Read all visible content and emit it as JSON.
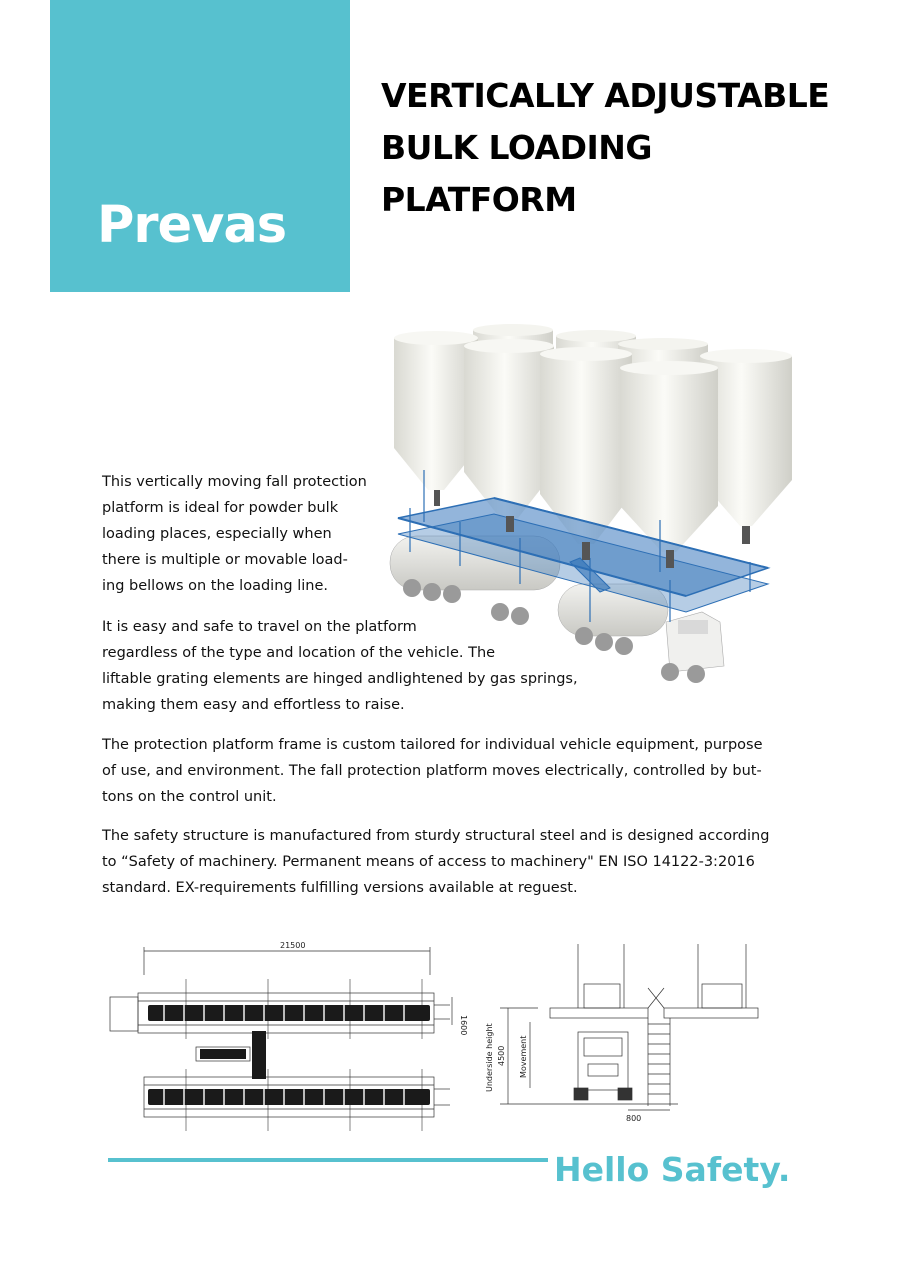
{
  "brand": {
    "logo_text": "Prevas",
    "color": "#57c1cf"
  },
  "title": {
    "lines": [
      "VERTICALLY ADJUSTABLE",
      "BULK LOADING",
      "PLATFORM"
    ]
  },
  "paragraphs": [
    {
      "lines": [
        "This vertically moving fall protection",
        "platform is ideal for powder bulk",
        "loading places, especially when",
        "there is multiple or movable load-",
        "ing bellows on the loading line."
      ]
    },
    {
      "lines": [
        "It is easy and safe to travel on the platform",
        "regardless of the type and location of the vehicle. The",
        "liftable grating elements are hinged andlightened by gas springs,",
        "making them easy and effortless to raise."
      ]
    },
    {
      "lines": [
        "The protection platform frame is custom tailored for individual vehicle equipment, purpose",
        "of use, and environment. The fall protection platform moves electrically, controlled by but-",
        "tons on the control unit."
      ]
    },
    {
      "lines": [
        "The safety structure is manufactured from sturdy structural steel and is designed according",
        "to “Safety of machinery. Permanent means of access to machinery\" EN ISO 14122-3:2016",
        "standard. EX-requirements fulfilling versions available at reguest."
      ]
    }
  ],
  "drawings": {
    "plan_dimension": "21500",
    "plan_side_dimension": "1600",
    "underside_label": "Underside height",
    "height_value": "4500",
    "movement_label": "Movement",
    "width_value": "800"
  },
  "footer": {
    "slogan": "Hello Safety."
  }
}
